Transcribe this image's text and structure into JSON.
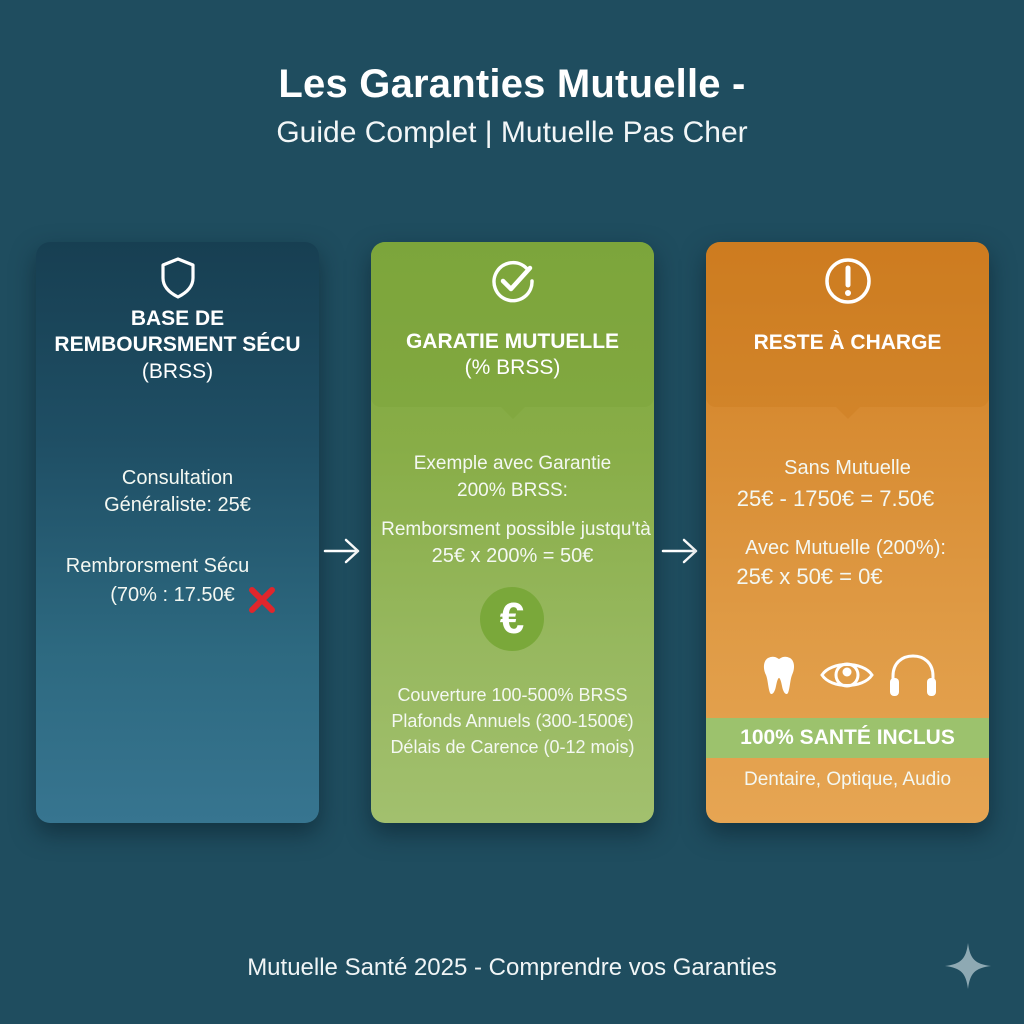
{
  "header": {
    "title": "Les Garanties Mutuelle -",
    "subtitle": "Guide Complet | Mutuelle Pas Cher"
  },
  "cards": [
    {
      "icon": "shield-icon",
      "color": "#1f4f65",
      "title_lines": [
        "BASE DE",
        "REMBOURSMENT SÉCU",
        "(BRSS)"
      ],
      "lines": [
        "Consultation",
        "Généraliste: 25€",
        "Rembrorsment Sécu",
        "(70% : 17.50€"
      ],
      "status_icon": "x-mark-icon",
      "status_color": "#e0262c"
    },
    {
      "icon": "check-circle-icon",
      "color": "#88ad47",
      "title_lines": [
        "GARATIE MUTUELLE",
        "(% BRSS)"
      ],
      "lines": [
        "Exemple avec Garantie",
        "200% BRSS:",
        "Remborsment possible justqu'tà",
        "25€ x 200% = 50€"
      ],
      "center_icon": "euro-icon",
      "center_icon_glyph": "€",
      "features": [
        "Couverture 100-500% BRSS",
        "Plafonds Annuels (300-1500€)",
        "Délais de Carence (0-12 mois)"
      ]
    },
    {
      "icon": "exclamation-circle-icon",
      "color": "#d88d34",
      "title_lines": [
        "RESTE À CHARGE"
      ],
      "lines": [
        "Sans Mutuelle",
        "25€ - 1750€ = 7.50€",
        "Avec Mutuelle (200%):",
        "25€ x 50€ = 0€"
      ],
      "care_icons": [
        "tooth-icon",
        "eye-icon",
        "headphones-icon"
      ],
      "badge": "100% SANTÉ INCLUS",
      "badge_color": "#9cc26d",
      "badge_caption": "Dentaire, Optique, Audio"
    }
  ],
  "footer": {
    "text": "Mutuelle Santé 2025 - Comprendre vos Garanties"
  }
}
